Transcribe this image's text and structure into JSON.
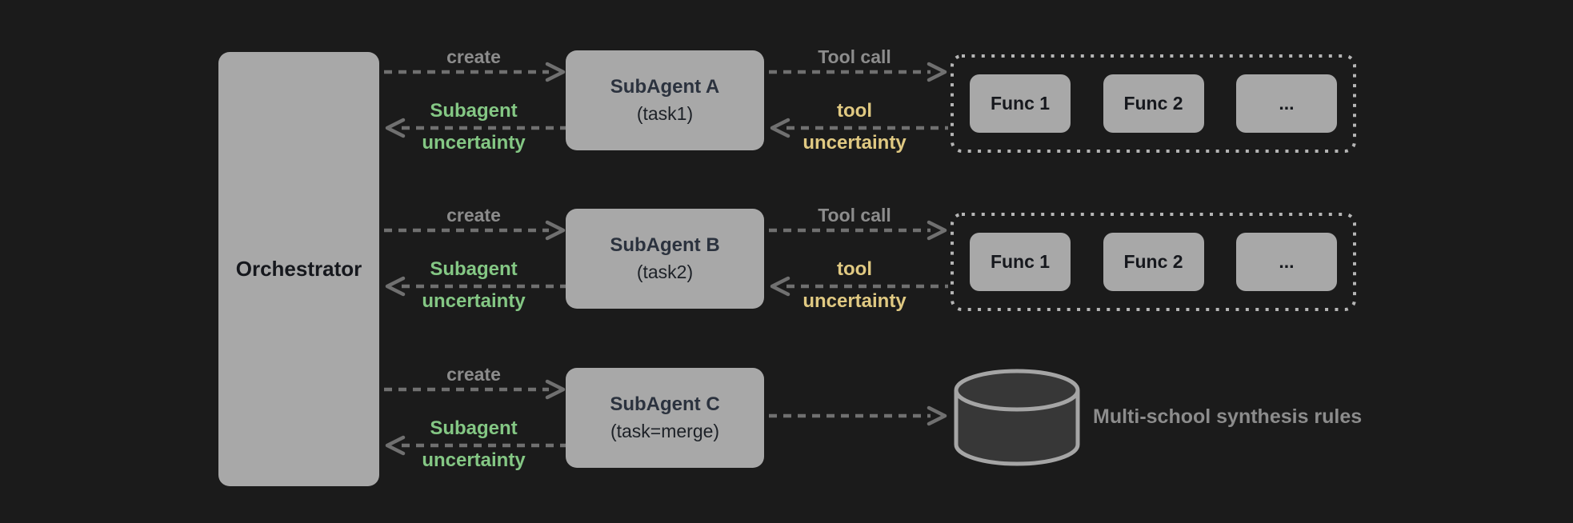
{
  "colors": {
    "background": "#1b1b1b",
    "node_fill": "#a8a8a8",
    "node_text": "#16181d",
    "agent_title_text": "#2b323e",
    "agent_subtitle_text": "#1d2127",
    "arrow_gray": "#707070",
    "label_gray": "#8c8c8c",
    "uncertainty_green": "#84c784",
    "uncertainty_yellow": "#e0c982",
    "dotted_border": "#b5b5b5",
    "cylinder_fill": "#373737",
    "cylinder_stroke": "#a5a5a5"
  },
  "orchestrator": {
    "label": "Orchestrator"
  },
  "rows": [
    {
      "create_label": "create",
      "subagent_uncertainty": [
        "Subagent",
        "uncertainty"
      ],
      "agent_title": "SubAgent A",
      "agent_subtitle": "(task1)",
      "tool_call_label": "Tool call",
      "tool_uncertainty": [
        "tool",
        "uncertainty"
      ],
      "funcs": [
        "Func 1",
        "Func 2",
        "..."
      ]
    },
    {
      "create_label": "create",
      "subagent_uncertainty": [
        "Subagent",
        "uncertainty"
      ],
      "agent_title": "SubAgent B",
      "agent_subtitle": "(task2)",
      "tool_call_label": "Tool call",
      "tool_uncertainty": [
        "tool",
        "uncertainty"
      ],
      "funcs": [
        "Func 1",
        "Func 2",
        "..."
      ]
    },
    {
      "create_label": "create",
      "subagent_uncertainty": [
        "Subagent",
        "uncertainty"
      ],
      "agent_title": "SubAgent C",
      "agent_subtitle": "(task=merge)",
      "db_label": "Multi-school synthesis rules"
    }
  ]
}
